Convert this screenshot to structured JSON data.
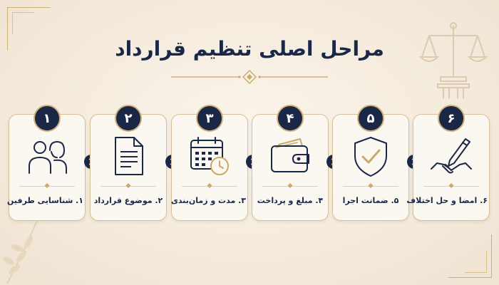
{
  "title": "مراحل اصلی تنظیم قرارداد",
  "colors": {
    "navy": "#1a2746",
    "gold": "#c9a86a",
    "card_bg": "#fbf8f2",
    "page_bg": "#f5ede0"
  },
  "steps": [
    {
      "number": "۱",
      "label": "۱. شناسایی طرفین",
      "icon": "people-icon"
    },
    {
      "number": "۲",
      "label": "۲. موضوع قرارداد",
      "icon": "document-icon"
    },
    {
      "number": "۳",
      "label": "۳. مدت و زمان‌بندی",
      "icon": "calendar-clock-icon"
    },
    {
      "number": "۴",
      "label": "۴. مبلغ و پرداخت",
      "icon": "wallet-icon"
    },
    {
      "number": "۵",
      "label": "۵. ضمانت اجرا",
      "icon": "shield-check-icon"
    },
    {
      "number": "۶",
      "label": "۶. امضا و حل اختلاف",
      "icon": "handshake-pen-icon"
    }
  ]
}
